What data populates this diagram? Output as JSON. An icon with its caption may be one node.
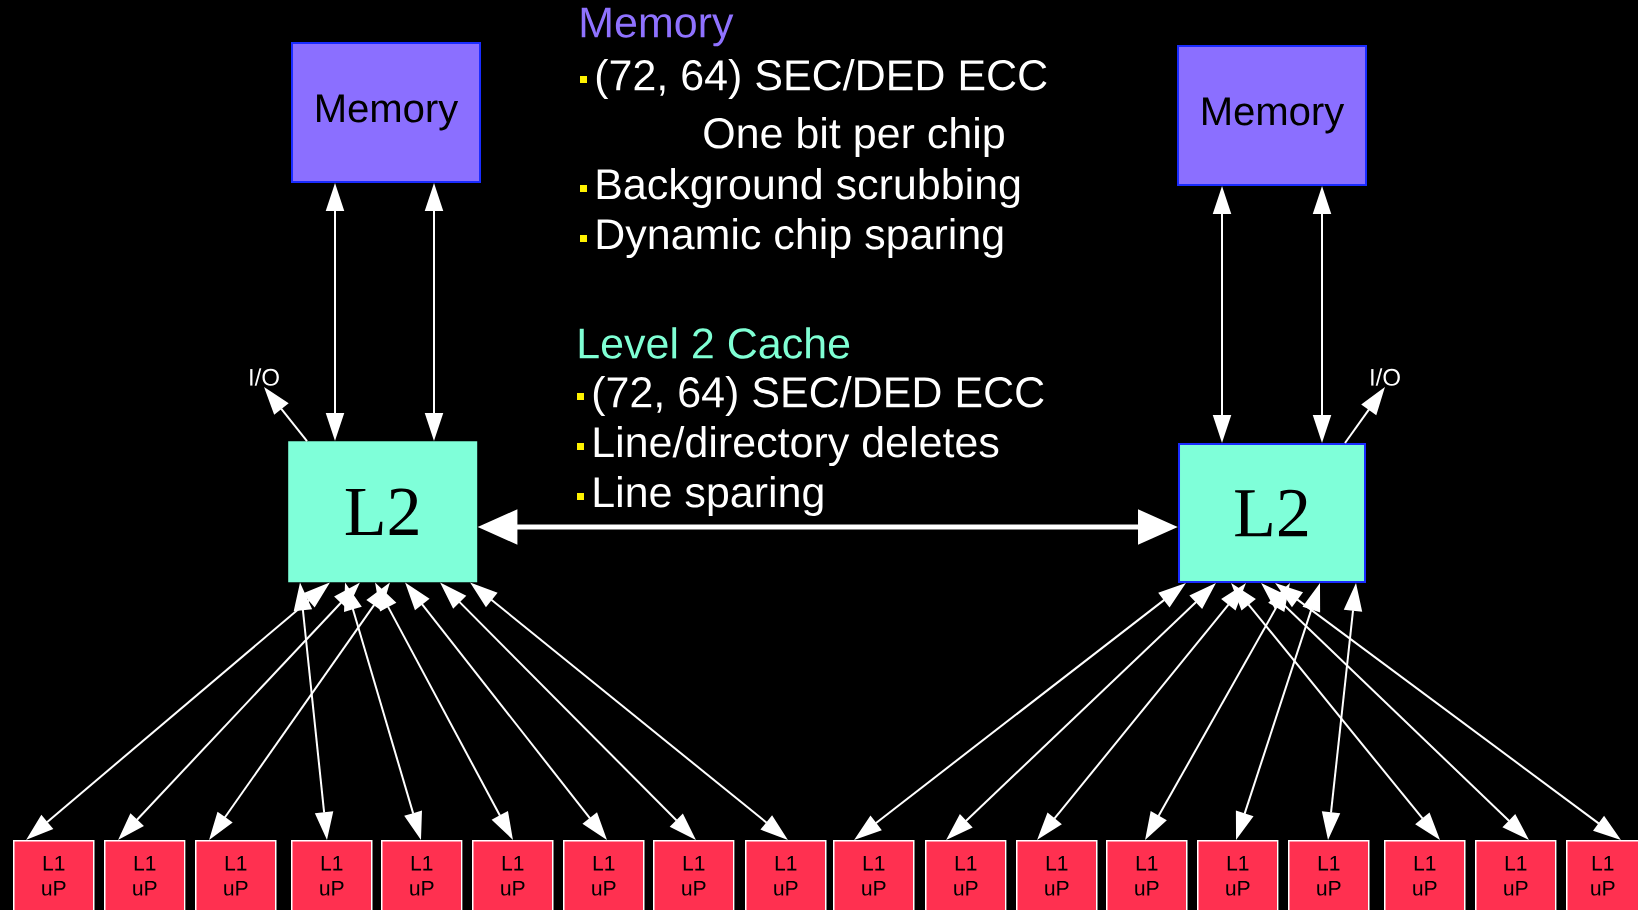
{
  "diagram": {
    "nodes": [
      {
        "text": [
          "Memory"
        ]
      },
      {
        "text": [
          "Memory"
        ]
      },
      {
        "text": [
          "I/O"
        ]
      },
      {
        "text": [
          "L2"
        ]
      },
      {
        "text": [
          "L2"
        ]
      },
      {
        "text": [
          "I/O"
        ]
      },
      {
        "text": [
          "L1 uP"
        ]
      },
      {
        "text": [
          "L1 uP"
        ]
      },
      {
        "text": [
          "L1 uP"
        ]
      },
      {
        "text": [
          "L1 uP"
        ]
      },
      {
        "text": [
          "L1 uP"
        ]
      },
      {
        "text": [
          "L1 uP"
        ]
      },
      {
        "text": [
          "L1 uP"
        ]
      },
      {
        "text": [
          "L1 uP"
        ]
      },
      {
        "text": [
          "L1 uP"
        ]
      },
      {
        "text": [
          "L1 uP"
        ]
      },
      {
        "text": [
          "L1 uP"
        ]
      },
      {
        "text": [
          "L1 uP"
        ]
      },
      {
        "text": [
          "L1 uP"
        ]
      },
      {
        "text": [
          "L1 uP"
        ]
      },
      {
        "text": [
          "L1 uP"
        ]
      },
      {
        "text": [
          "L1 uP"
        ]
      },
      {
        "text": [
          "L1 uP"
        ]
      },
      {
        "text": [
          "L1 uP"
        ]
      }
    ],
    "edges": [
      {
        "from": 0,
        "to": 3,
        "arrow": "both"
      },
      {
        "from": 0,
        "to": 3,
        "arrow": "both"
      },
      {
        "from": 1,
        "to": 4,
        "arrow": "both"
      },
      {
        "from": 1,
        "to": 4,
        "arrow": "both"
      },
      {
        "from": 3,
        "to": 2,
        "arrow": "to"
      },
      {
        "from": 4,
        "to": 5,
        "arrow": "to"
      },
      {
        "from": 3,
        "to": 4,
        "arrow": "both",
        "style": "thick"
      },
      {
        "from": 3,
        "to": 6,
        "arrow": "both"
      },
      {
        "from": 3,
        "to": 7,
        "arrow": "both"
      },
      {
        "from": 3,
        "to": 8,
        "arrow": "both"
      },
      {
        "from": 3,
        "to": 9,
        "arrow": "both"
      },
      {
        "from": 3,
        "to": 10,
        "arrow": "both"
      },
      {
        "from": 3,
        "to": 11,
        "arrow": "both"
      },
      {
        "from": 3,
        "to": 12,
        "arrow": "both"
      },
      {
        "from": 3,
        "to": 13,
        "arrow": "both"
      },
      {
        "from": 3,
        "to": 14,
        "arrow": "both"
      },
      {
        "from": 4,
        "to": 15,
        "arrow": "both"
      },
      {
        "from": 4,
        "to": 16,
        "arrow": "both"
      },
      {
        "from": 4,
        "to": 17,
        "arrow": "both"
      },
      {
        "from": 4,
        "to": 18,
        "arrow": "both"
      },
      {
        "from": 4,
        "to": 19,
        "arrow": "both"
      },
      {
        "from": 4,
        "to": 20,
        "arrow": "both"
      },
      {
        "from": 4,
        "to": 21,
        "arrow": "both"
      },
      {
        "from": 4,
        "to": 22,
        "arrow": "both"
      },
      {
        "from": 4,
        "to": 23,
        "arrow": "both"
      }
    ],
    "labels": [
      "Memory",
      "(72, 64) SEC/DED ECC",
      "One bit per chip",
      "Background scrubbing",
      "Dynamic chip sparing",
      "Level 2 Cache",
      "(72, 64) SEC/DED ECC",
      "Line/directory deletes",
      "Line sparing"
    ]
  }
}
